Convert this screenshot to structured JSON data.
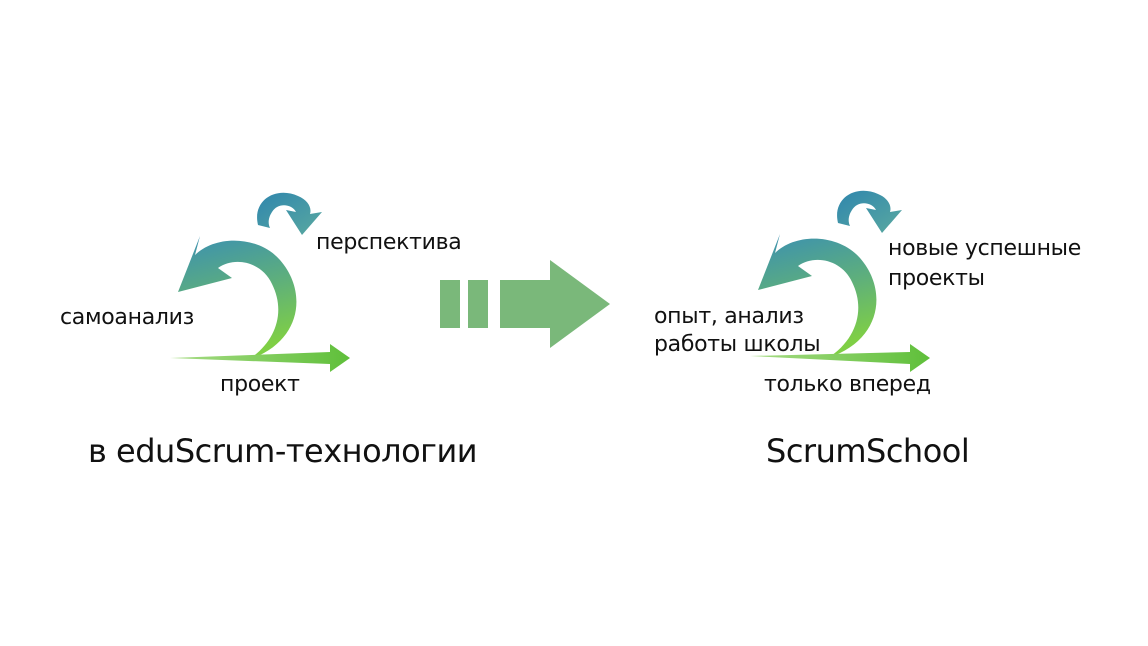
{
  "colors": {
    "cycle_gradient_top": "#3a8fb3",
    "cycle_gradient_bottom": "#7fcf45",
    "progress_arrow": "#6cc648",
    "transition_arrow": "#7ab87a",
    "text": "#111111"
  },
  "left_panel": {
    "label_perspective": "перспектива",
    "label_self_analysis": "самоанализ",
    "label_project": "проект",
    "caption": "в eduScrum-технологии"
  },
  "right_panel": {
    "label_new_projects_line1": "новые успешные",
    "label_new_projects_line2": "проекты",
    "label_experience_line1": "опыт, анализ",
    "label_experience_line2": "работы школы",
    "label_forward": "только вперед",
    "caption": "ScrumSchool"
  },
  "icons": {
    "cycle": "curved-loop-arrow-icon",
    "progress": "forward-arrow-icon",
    "transition": "double-bar-right-arrow-icon"
  }
}
